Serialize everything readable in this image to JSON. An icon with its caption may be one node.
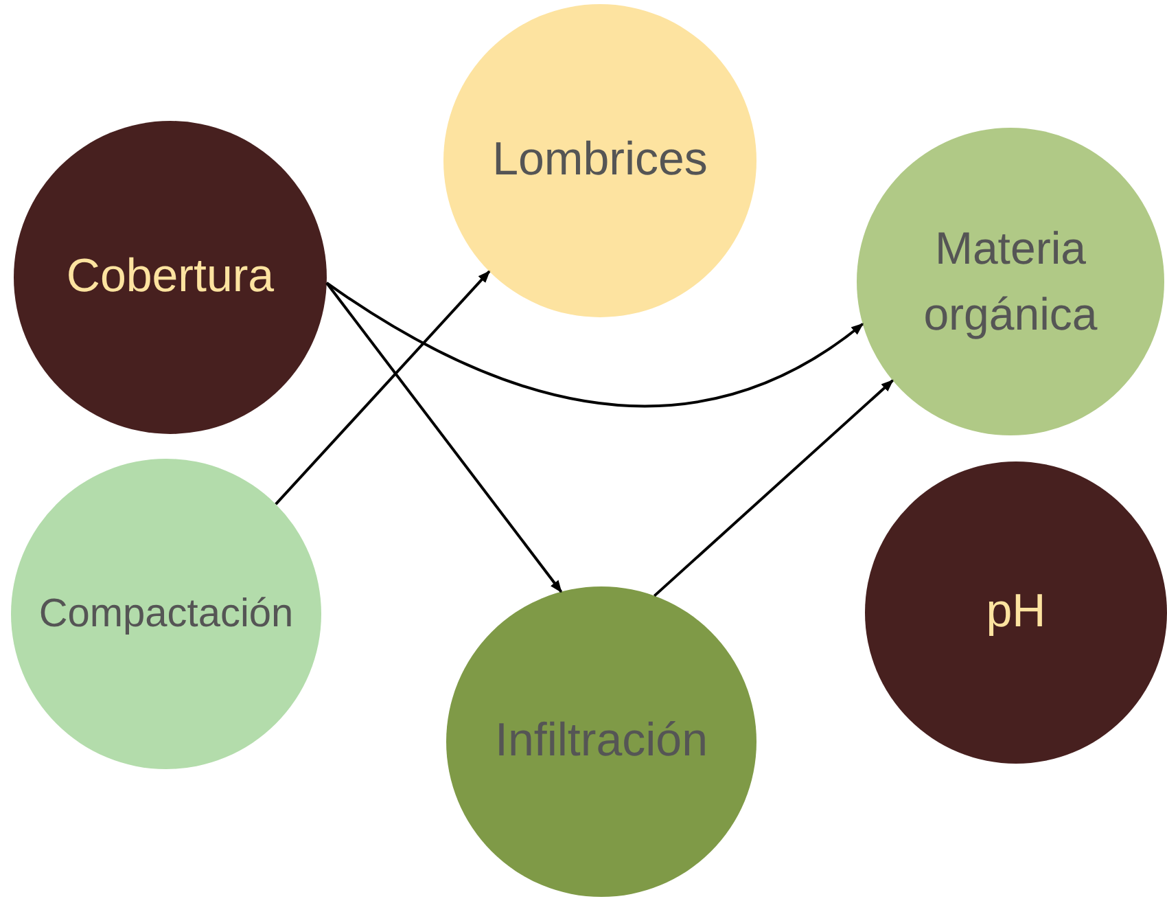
{
  "diagram": {
    "nodes": [
      {
        "text": [
          "Cobertura"
        ]
      },
      {
        "text": [
          "Lombrices"
        ]
      },
      {
        "text": [
          "Materia orgánica"
        ]
      },
      {
        "text": [
          "Compactación"
        ]
      },
      {
        "text": [
          "Infiltración"
        ]
      },
      {
        "text": [
          "pH"
        ]
      }
    ],
    "edges": [
      {
        "from": 0,
        "to": 2,
        "arrow": "to"
      },
      {
        "from": 0,
        "to": 4,
        "arrow": "to"
      },
      {
        "from": 3,
        "to": 1,
        "arrow": "to"
      },
      {
        "from": 4,
        "to": 2,
        "arrow": "to"
      }
    ]
  }
}
